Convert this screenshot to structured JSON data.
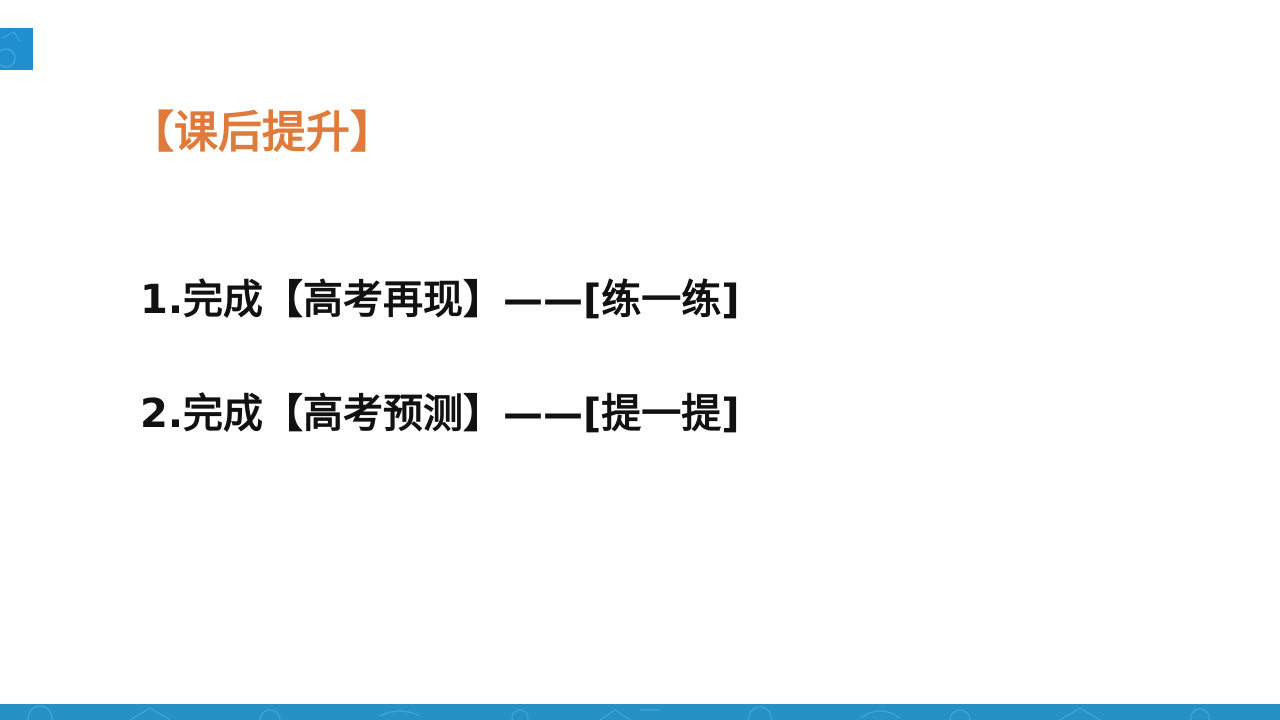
{
  "slide": {
    "title": "【课后提升】",
    "tasks": [
      {
        "text": "1.完成【高考再现】——[练一练]"
      },
      {
        "text": "2.完成【高考预测】——[提一提]"
      }
    ]
  },
  "colors": {
    "accent_orange": "#e07a3a",
    "accent_blue": "#2591c4",
    "text_dark": "#111111"
  },
  "icons": {
    "corner": "decorative-corner-square",
    "footer": "decorative-footer-pattern"
  }
}
